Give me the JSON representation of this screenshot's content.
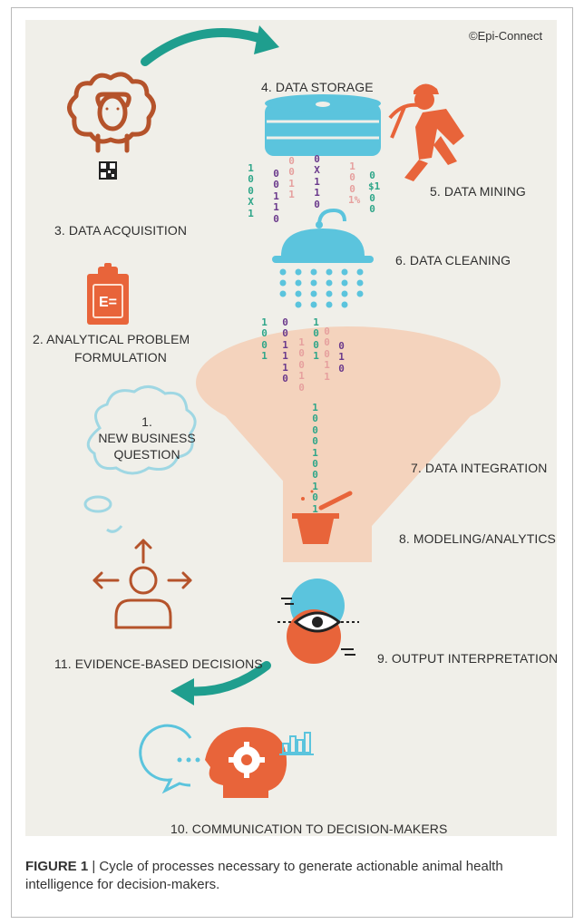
{
  "copyright": "©Epi-Connect",
  "labels": {
    "data_storage": "4. DATA STORAGE",
    "data_mining": "5. DATA MINING",
    "data_acquisition": "3. DATA ACQUISITION",
    "data_cleaning": "6. DATA CLEANING",
    "analytical_problem_line1": "2. ANALYTICAL PROBLEM",
    "analytical_problem_line2": "FORMULATION",
    "new_question_line1": "1.",
    "new_question_line2": "NEW BUSINESS",
    "new_question_line3": "QUESTION",
    "data_integration": "7. DATA INTEGRATION",
    "modeling": "8. MODELING/ANALYTICS",
    "evidence_decisions": "11. EVIDENCE-BASED DECISIONS",
    "output_interpretation": "9. OUTPUT INTERPRETATION",
    "communication": "10. COMMUNICATION TO DECISION-MAKERS"
  },
  "digit_columns": {
    "storage_1": "100X1",
    "storage_2": "00110",
    "storage_3": "0011",
    "storage_4": "0X110",
    "storage_5": "1001%",
    "storage_6": "0$100",
    "shower_1": "1001",
    "shower_2": "001110",
    "shower_3": "10010",
    "shower_4": "1001",
    "shower_5": "00011",
    "shower_6": "010",
    "funnel": "1000100101"
  },
  "caption": {
    "figure_label": "FIGURE 1",
    "text": " | Cycle of processes necessary to generate actionable animal health intelligence for decision-makers."
  },
  "colors": {
    "teal": "#1f9e8e",
    "orange": "#e8643a",
    "rust": "#b5532b",
    "cyan": "#5bc4dd",
    "funnel": "#f4d3bd"
  }
}
